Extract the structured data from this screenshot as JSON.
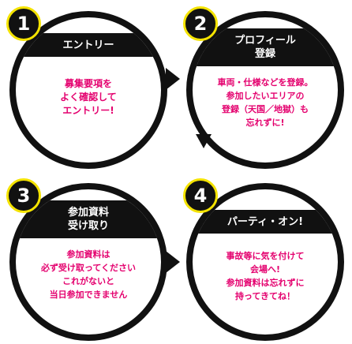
{
  "steps": [
    {
      "number": "1",
      "heading": [
        "エントリー"
      ],
      "body": [
        "募集要項を",
        "よく確認して",
        "エントリー!"
      ]
    },
    {
      "number": "2",
      "heading": [
        "プロフィール",
        "登録"
      ],
      "body": [
        "車両・仕様などを登録。",
        "参加したいエリアの",
        "登録（天国／地獄）も",
        "忘れずに!"
      ]
    },
    {
      "number": "3",
      "heading": [
        "参加資料",
        "受け取り"
      ],
      "body": [
        "参加資料は",
        "必ず受け取ってください",
        "これがないと",
        "当日参加できません"
      ]
    },
    {
      "number": "4",
      "heading": [
        "パーティ・オン!"
      ],
      "body": [
        "事故等に気を付けて",
        "会場へ!",
        "参加資料は忘れずに",
        "持ってきてね！"
      ]
    }
  ],
  "colors": {
    "badge_border": "#f4e300",
    "body_text": "#e4006e",
    "frame": "#111111"
  }
}
